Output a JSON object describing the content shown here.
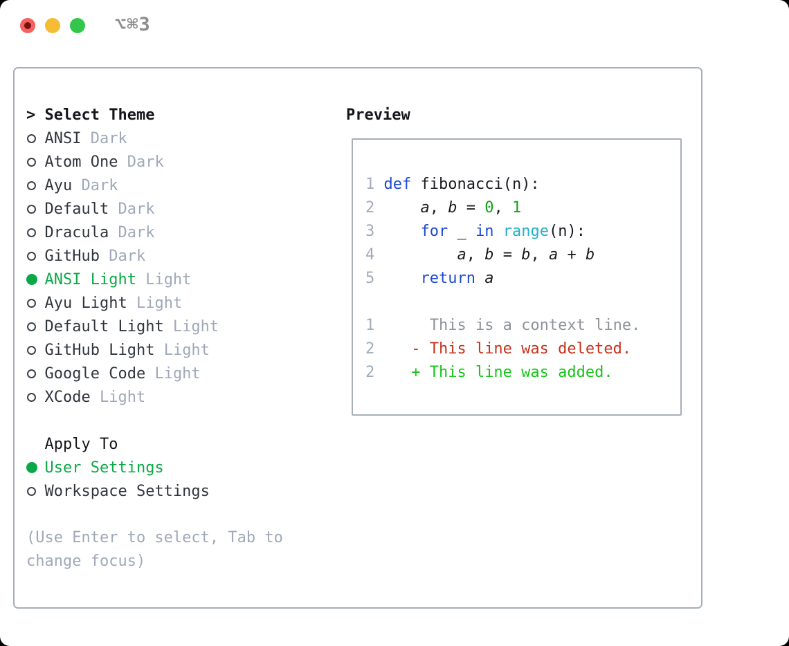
{
  "window": {
    "title": "⌥⌘3",
    "traffic_lights": [
      {
        "name": "close",
        "color": "#f4615e",
        "dot": "#74120f"
      },
      {
        "name": "minimize",
        "color": "#f5bc33"
      },
      {
        "name": "zoom",
        "color": "#32c74a"
      }
    ]
  },
  "colors": {
    "accent_green": "#0aa846",
    "keyword_blue": "#1d49d3",
    "builtin_cyan": "#1fb3c4",
    "number_green": "#14a019",
    "deleted_red": "#c4331d",
    "added_green": "#15c517",
    "context_gray": "#8e939a",
    "line_number_gray": "#a2abb8",
    "muted_gray": "#9fa9b8",
    "border_gray": "#a8afb9"
  },
  "theme_panel": {
    "header_marker": ">",
    "header": "Select Theme",
    "items": [
      {
        "name": "ANSI",
        "variant": "Dark",
        "selected": false
      },
      {
        "name": "Atom One",
        "variant": "Dark",
        "selected": false
      },
      {
        "name": "Ayu",
        "variant": "Dark",
        "selected": false
      },
      {
        "name": "Default",
        "variant": "Dark",
        "selected": false
      },
      {
        "name": "Dracula",
        "variant": "Dark",
        "selected": false
      },
      {
        "name": "GitHub",
        "variant": "Dark",
        "selected": false
      },
      {
        "name": "ANSI Light",
        "variant": "Light",
        "selected": true
      },
      {
        "name": "Ayu Light",
        "variant": "Light",
        "selected": false
      },
      {
        "name": "Default Light",
        "variant": "Light",
        "selected": false
      },
      {
        "name": "GitHub Light",
        "variant": "Light",
        "selected": false
      },
      {
        "name": "Google Code",
        "variant": "Light",
        "selected": false
      },
      {
        "name": "XCode",
        "variant": "Light",
        "selected": false
      }
    ]
  },
  "apply_panel": {
    "header": "Apply To",
    "items": [
      {
        "label": "User Settings",
        "selected": true
      },
      {
        "label": "Workspace Settings",
        "selected": false
      }
    ]
  },
  "help_lines": [
    "(Use Enter to select, Tab to",
    "change focus)"
  ],
  "preview": {
    "header": "Preview",
    "code_lines": [
      {
        "number": "1",
        "tokens": [
          {
            "text": "def",
            "style": "keyword"
          },
          {
            "text": " fibonacci(n):",
            "style": "plain"
          }
        ]
      },
      {
        "number": "2",
        "tokens": [
          {
            "text": "    ",
            "style": "plain"
          },
          {
            "text": "a",
            "style": "variable"
          },
          {
            "text": ", ",
            "style": "plain"
          },
          {
            "text": "b",
            "style": "variable"
          },
          {
            "text": " = ",
            "style": "plain"
          },
          {
            "text": "0",
            "style": "number"
          },
          {
            "text": ", ",
            "style": "plain"
          },
          {
            "text": "1",
            "style": "number"
          }
        ]
      },
      {
        "number": "3",
        "tokens": [
          {
            "text": "    ",
            "style": "plain"
          },
          {
            "text": "for",
            "style": "keyword"
          },
          {
            "text": " _ ",
            "style": "plain"
          },
          {
            "text": "in",
            "style": "keyword"
          },
          {
            "text": " ",
            "style": "plain"
          },
          {
            "text": "range",
            "style": "builtin"
          },
          {
            "text": "(n):",
            "style": "plain"
          }
        ]
      },
      {
        "number": "4",
        "tokens": [
          {
            "text": "        ",
            "style": "plain"
          },
          {
            "text": "a",
            "style": "variable"
          },
          {
            "text": ", ",
            "style": "plain"
          },
          {
            "text": "b",
            "style": "variable"
          },
          {
            "text": " = ",
            "style": "plain"
          },
          {
            "text": "b",
            "style": "variable"
          },
          {
            "text": ", ",
            "style": "plain"
          },
          {
            "text": "a",
            "style": "variable"
          },
          {
            "text": " + ",
            "style": "plain"
          },
          {
            "text": "b",
            "style": "variable"
          }
        ]
      },
      {
        "number": "5",
        "tokens": [
          {
            "text": "    ",
            "style": "plain"
          },
          {
            "text": "return",
            "style": "keyword"
          },
          {
            "text": " ",
            "style": "plain"
          },
          {
            "text": "a",
            "style": "variable"
          }
        ]
      }
    ],
    "diff_lines": [
      {
        "number": "1",
        "gutter": "      ",
        "text": "This is a context line.",
        "kind": "context"
      },
      {
        "number": "2",
        "gutter": "    - ",
        "text": "This line was deleted.",
        "kind": "deleted"
      },
      {
        "number": "2",
        "gutter": "    + ",
        "text": "This line was added.",
        "kind": "added"
      }
    ]
  }
}
